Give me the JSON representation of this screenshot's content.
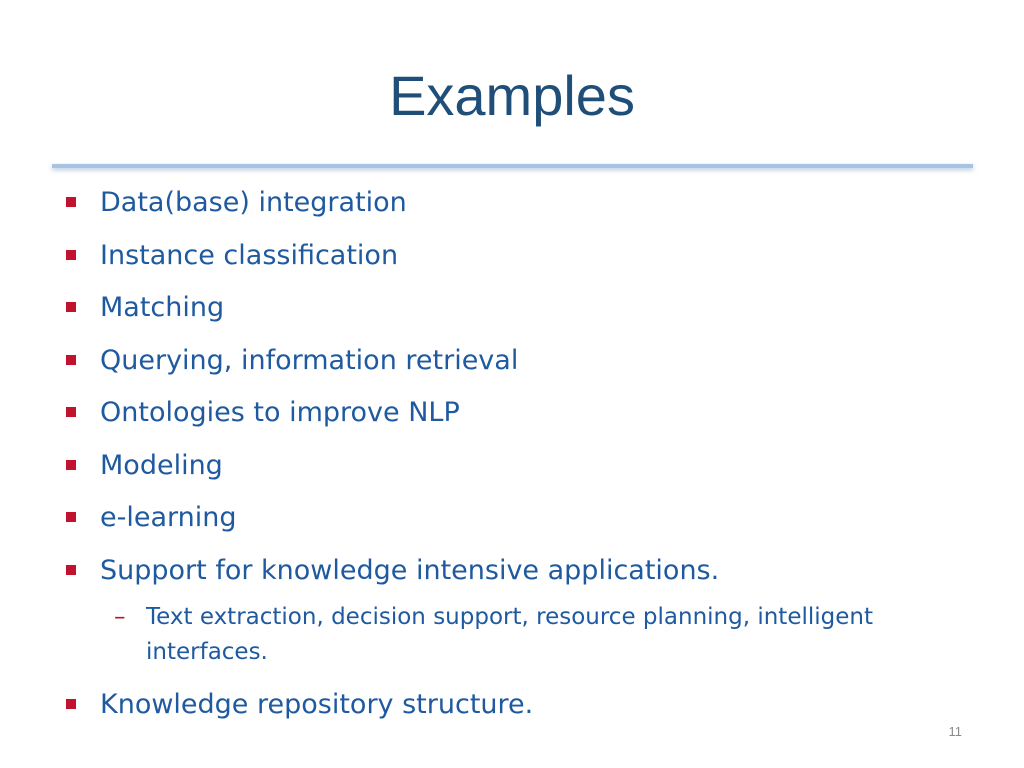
{
  "slide": {
    "title": "Examples",
    "bullets": [
      {
        "text": "Data(base) integration"
      },
      {
        "text": "Instance classification"
      },
      {
        "text": "Matching"
      },
      {
        "text": "Querying, information retrieval"
      },
      {
        "text": "Ontologies to improve NLP"
      },
      {
        "text": "Modeling"
      },
      {
        "text": "e-learning"
      },
      {
        "text": "Support for knowledge intensive applications.",
        "sub": [
          "Text extraction, decision support, resource planning, intelligent interfaces."
        ]
      },
      {
        "text": "Knowledge repository structure."
      }
    ],
    "page_number": "11",
    "colors": {
      "title": "#1f4e79",
      "body_text": "#1f5aa0",
      "bullet": "#c0142e",
      "rule": "#a7c3e3"
    },
    "icons": {
      "bullet": "square-bullet-icon",
      "sub_bullet": "dash-bullet-icon"
    }
  }
}
